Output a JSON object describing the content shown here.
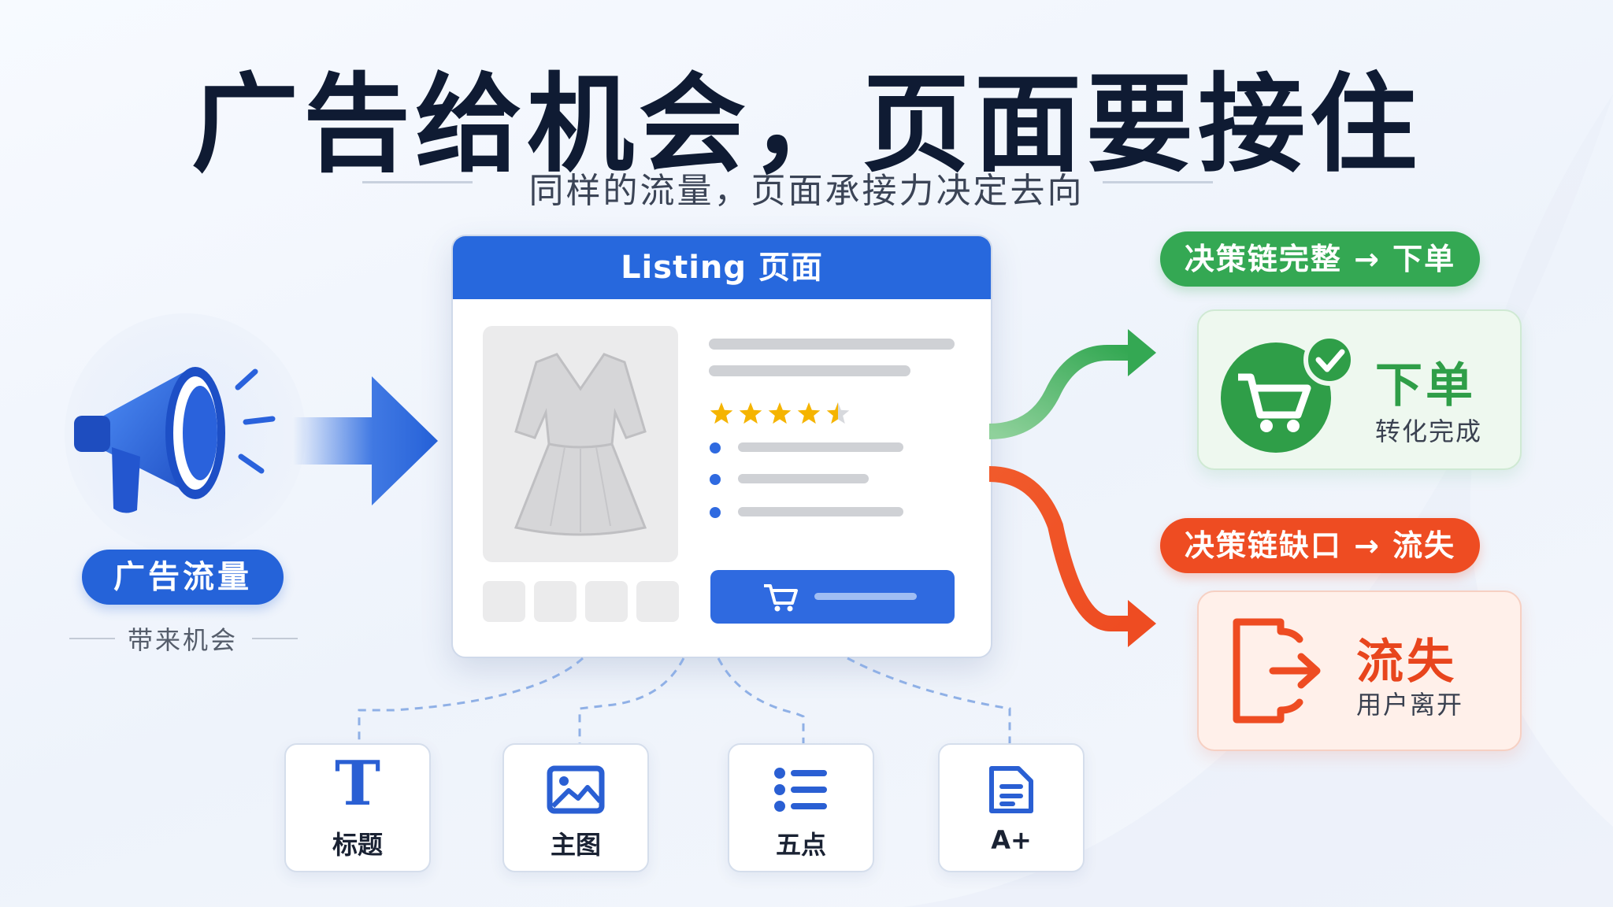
{
  "header": {
    "title": "广告给机会，页面要接住",
    "subtitle": "同样的流量，页面承接力决定去向"
  },
  "source": {
    "label": "广告流量",
    "note": "带来机会",
    "icon": "megaphone-icon"
  },
  "listing": {
    "title": "Listing 页面",
    "rating": 4.5,
    "rating_max": 5,
    "product_icon": "dress-icon",
    "cart_icon": "cart-icon"
  },
  "features": [
    {
      "label": "标题",
      "icon": "title-t-icon"
    },
    {
      "label": "主图",
      "icon": "image-icon"
    },
    {
      "label": "五点",
      "icon": "bullet-list-icon"
    },
    {
      "label": "A+",
      "icon": "document-icon"
    }
  ],
  "outcomes": {
    "success": {
      "pill": "决策链完整 → 下单",
      "title": "下单",
      "subtitle": "转化完成",
      "color": "#34a853",
      "icon": "cart-check-icon"
    },
    "failure": {
      "pill": "决策链缺口 → 流失",
      "title": "流失",
      "subtitle": "用户离开",
      "color": "#ee4c22",
      "icon": "exit-icon"
    }
  },
  "colors": {
    "primary": "#2768dd",
    "title": "#0f1b33"
  }
}
